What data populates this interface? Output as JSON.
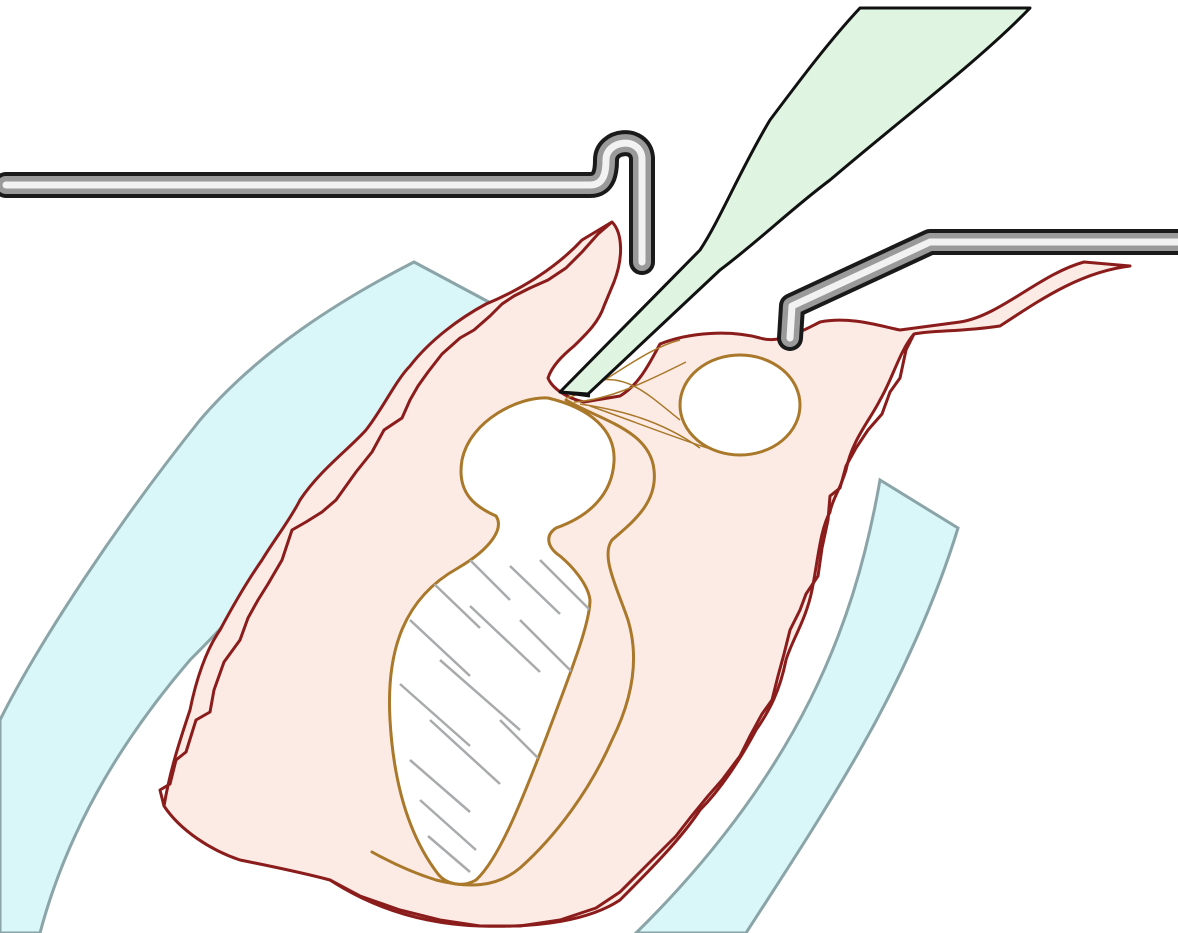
{
  "colors": {
    "background": "#ffffff",
    "drape": "#d9f6f8",
    "drape_edge": "#8aa4a8",
    "tissue": "#fcebe4",
    "tissue_outline": "#8b1c1c",
    "sac_outline": "#a9782a",
    "sac_fill": "#ffffff",
    "hatch": "#a8aaac",
    "instrument_tip_fill": "#dff5e2",
    "instrument_outline": "#111111",
    "retractor_dark": "#1a1a1a",
    "retractor_mid": "#9a9a9a",
    "retractor_light": "#f2f2f2"
  },
  "icons": {
    "left_retractor": "retractor-hook",
    "right_retractor": "retractor-hook",
    "dissector": "dissector-tip"
  }
}
